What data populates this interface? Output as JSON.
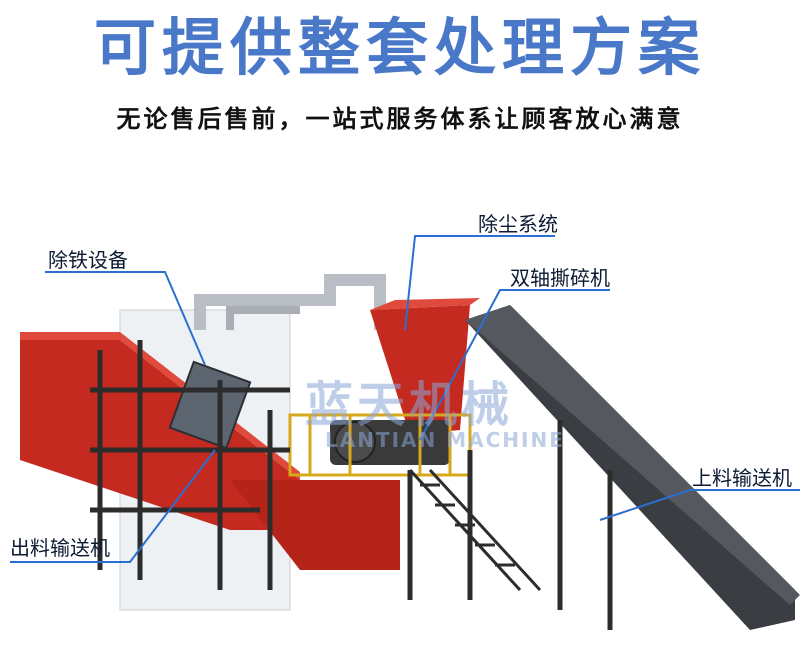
{
  "header": {
    "title": "可提供整套处理方案",
    "subtitle": "无论售后售前，一站式服务体系让顾客放心满意"
  },
  "callouts": {
    "iron_removal": "除铁设备",
    "dust_removal": "除尘系统",
    "shredder": "双轴撕碎机",
    "feed_conveyor": "上料输送机",
    "discharge_conveyor": "出料输送机"
  },
  "watermark": {
    "cn": "蓝天机械",
    "en": "LANTIAN MACHINE"
  },
  "colors": {
    "title_blue": "#4a78c8",
    "callout_line": "#2b6fd1",
    "equipment_red": "#c42a20",
    "frame_dark": "#2c2c2c",
    "platform_yellow": "#d8a81c"
  }
}
